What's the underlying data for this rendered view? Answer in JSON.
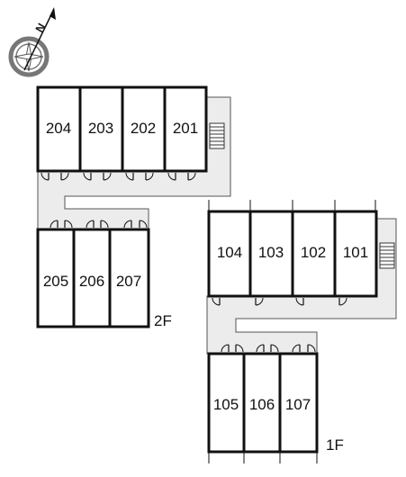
{
  "compass": {
    "north_label": "N"
  },
  "floors": [
    {
      "id": "2F",
      "label": "2F",
      "rooms_top": [
        "204",
        "203",
        "202",
        "201"
      ],
      "rooms_bottom": [
        "205",
        "206",
        "207"
      ]
    },
    {
      "id": "1F",
      "label": "1F",
      "rooms_top": [
        "104",
        "103",
        "102",
        "101"
      ],
      "rooms_bottom": [
        "105",
        "106",
        "107"
      ]
    }
  ]
}
